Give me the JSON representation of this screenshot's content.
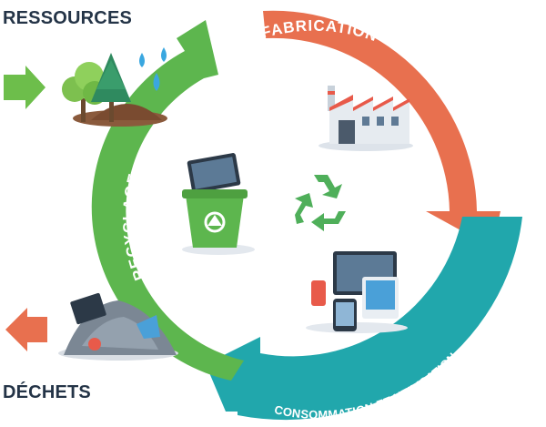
{
  "labels": {
    "resources": "RESSOURCES",
    "waste": "DÉCHETS",
    "fabrication": "FABRICATION",
    "consumption": "CONSOMMATION ET UTILISATION",
    "recycling": "RECYCLAGE"
  },
  "colors": {
    "fabrication": "#E8704F",
    "consumption": "#21A7AC",
    "recycling": "#5DB64E",
    "text_dark": "#243447",
    "arrow_in": "#6DBE4B",
    "arrow_out": "#E8704F",
    "recycle_symbol": "#4FAF5A"
  },
  "icons": [
    "tree-icon",
    "water-drops-icon",
    "factory-icon",
    "recycle-bin-icon",
    "recycle-symbol-icon",
    "electronics-icon",
    "waste-pile-icon",
    "arrow-in-icon",
    "arrow-out-icon"
  ]
}
